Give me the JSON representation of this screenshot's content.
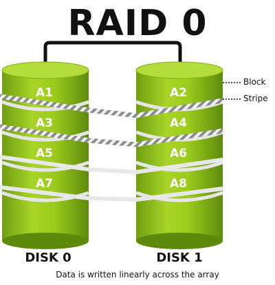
{
  "title": "RAID 0",
  "disks": [
    {
      "label": "DISK 0",
      "blocks": [
        "A1",
        "A3",
        "A5",
        "A7"
      ]
    },
    {
      "label": "DISK 1",
      "blocks": [
        "A2",
        "A4",
        "A6",
        "A8"
      ]
    }
  ],
  "annotations": {
    "block": "Block",
    "stripe": "Stripe"
  },
  "caption": "Data is written linearly across the array",
  "colors": {
    "disk_green": "#9ccb1d",
    "disk_dark": "#5e8a0c",
    "stripe_gray": "#8c8c8c",
    "stripe_white": "#f2f2f2"
  }
}
